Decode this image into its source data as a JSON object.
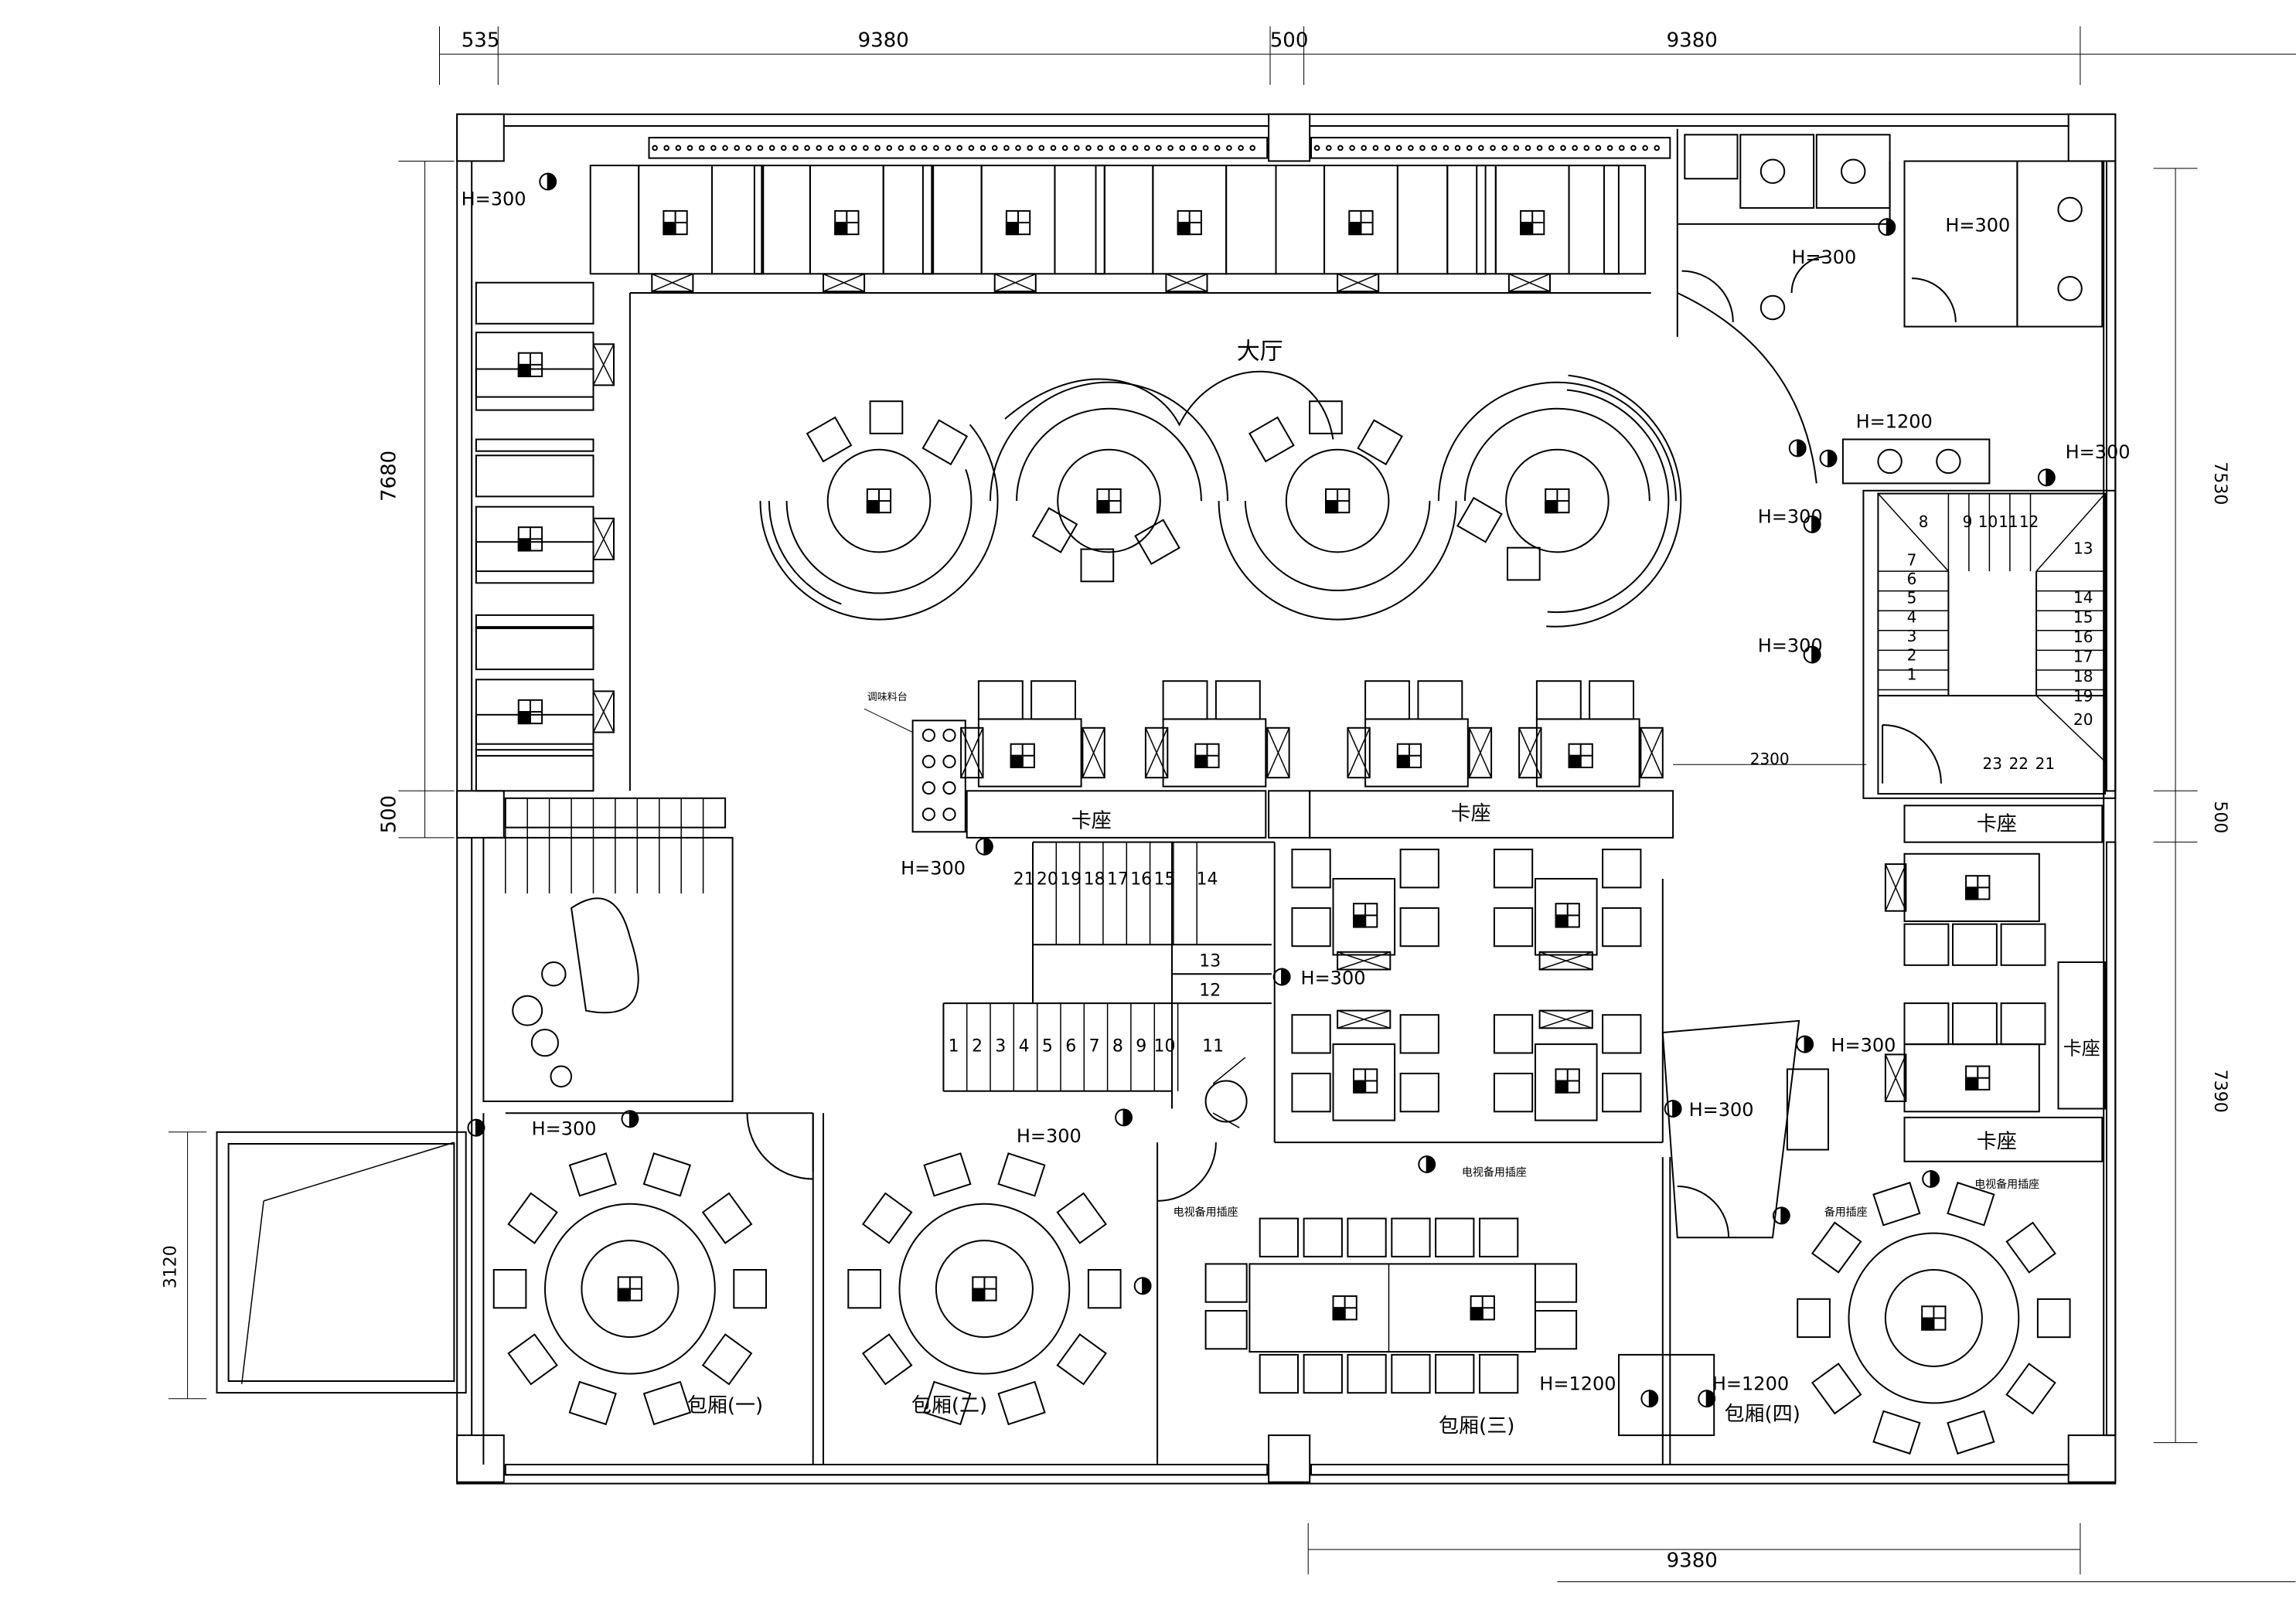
{
  "dimensions": {
    "top": [
      "535",
      "9380",
      "500",
      "9380"
    ],
    "left": [
      "7680",
      "500"
    ],
    "right": [
      "7530",
      "500",
      "7390"
    ],
    "terrace": "3120",
    "bottom": "9380",
    "stair_gap": "2300"
  },
  "rooms": {
    "hall": "大厅",
    "booth": "卡座",
    "private_1": "包厢(一)",
    "private_2": "包厢(二)",
    "private_3": "包厢(三)",
    "private_4": "包厢(四)"
  },
  "notes": {
    "socket_300": "H=300",
    "socket_1200": "H=1200",
    "seasoning_counter": "调味料台",
    "tv_socket": "电视备用插座",
    "spare_socket": "备用插座"
  },
  "stairs": {
    "main_upper": [
      "21",
      "20",
      "19",
      "18",
      "17",
      "16",
      "15",
      "14"
    ],
    "main_landing": [
      "13",
      "12"
    ],
    "main_lower": [
      "1",
      "2",
      "3",
      "4",
      "5",
      "6",
      "7",
      "8",
      "9",
      "10",
      "11"
    ],
    "right_left_col": [
      "1",
      "2",
      "3",
      "4",
      "5",
      "6",
      "7"
    ],
    "right_top": [
      "8",
      "9",
      "10",
      "11",
      "12"
    ],
    "right_right_col": [
      "13",
      "14",
      "15",
      "16",
      "17",
      "18",
      "19",
      "20"
    ],
    "right_bottom": [
      "23",
      "22",
      "21"
    ]
  },
  "colors": {
    "line": "#000000",
    "background": "#ffffff"
  }
}
